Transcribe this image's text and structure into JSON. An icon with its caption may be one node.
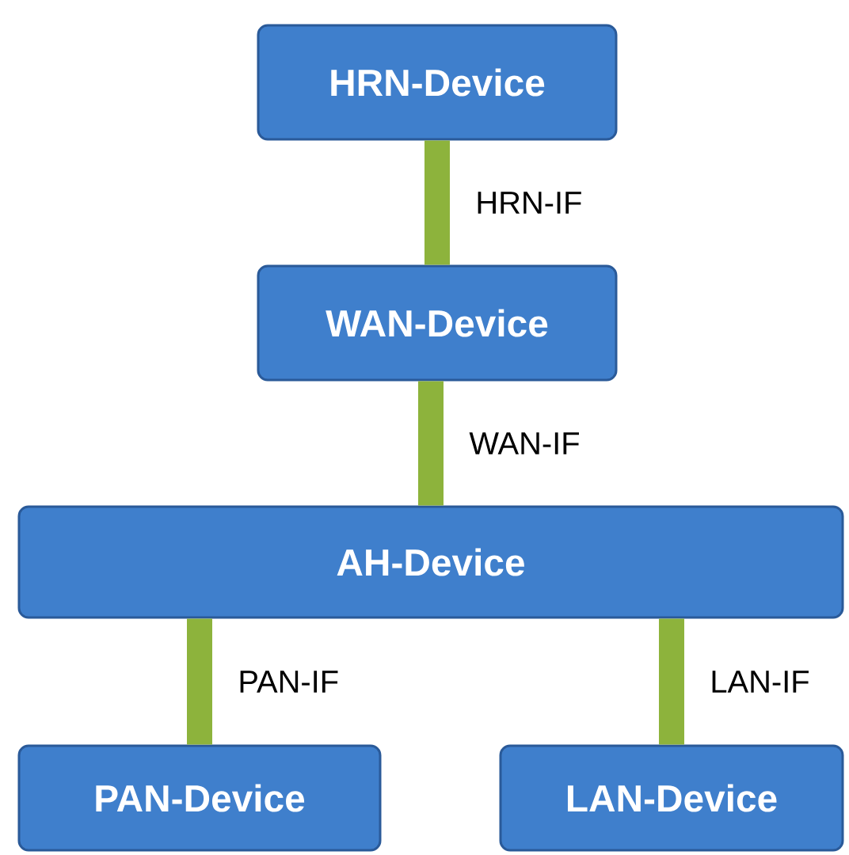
{
  "diagram": {
    "nodes": [
      {
        "text": [
          "HRN-Device"
        ]
      },
      {
        "text": [
          "WAN-Device"
        ]
      },
      {
        "text": [
          "AH-Device"
        ]
      },
      {
        "text": [
          "PAN-Device"
        ]
      },
      {
        "text": [
          "LAN-Device"
        ]
      }
    ],
    "edges": [
      {
        "from": 0,
        "to": 1,
        "arrow": "none",
        "label": "HRN-IF"
      },
      {
        "from": 1,
        "to": 2,
        "arrow": "none",
        "label": "WAN-IF"
      },
      {
        "from": 2,
        "to": 3,
        "arrow": "none",
        "label": "PAN-IF"
      },
      {
        "from": 2,
        "to": 4,
        "arrow": "none",
        "label": "LAN-IF"
      }
    ]
  }
}
